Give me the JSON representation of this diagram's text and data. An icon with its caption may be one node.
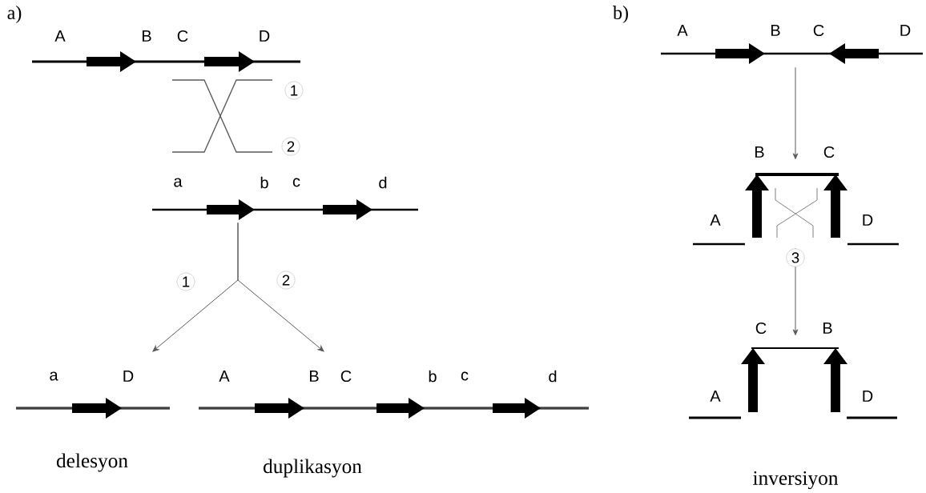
{
  "diagram": {
    "nodes": [
      {
        "text": [],
        "shape": "line"
      },
      {
        "text": [],
        "shape": "line"
      },
      {
        "text": [],
        "shape": "line",
        "beside": [
          "delesyon"
        ]
      },
      {
        "text": [],
        "shape": "line",
        "beside": [
          "duplikasyon"
        ]
      },
      {
        "text": [],
        "shape": "line"
      },
      {
        "text": [],
        "shape": "line"
      },
      {
        "text": [],
        "shape": "line",
        "beside": [
          "inversiyon"
        ]
      }
    ],
    "edges": [
      {
        "from": 1,
        "to": 2,
        "arrow": "to",
        "label": "1"
      },
      {
        "from": 1,
        "to": 3,
        "arrow": "to",
        "label": "2"
      },
      {
        "from": 4,
        "to": 5,
        "arrow": "to"
      },
      {
        "from": 5,
        "to": 6,
        "arrow": "to",
        "label": "3"
      }
    ],
    "labels": [
      "a)",
      "A",
      "B",
      "C",
      "D",
      "1",
      "2",
      "a",
      "b",
      "c",
      "d",
      "a",
      "D",
      "A",
      "B",
      "C",
      "b",
      "c",
      "d",
      "b)",
      "A",
      "B",
      "C",
      "D",
      "B",
      "C",
      "A",
      "D",
      "C",
      "B",
      "A",
      "D"
    ]
  }
}
